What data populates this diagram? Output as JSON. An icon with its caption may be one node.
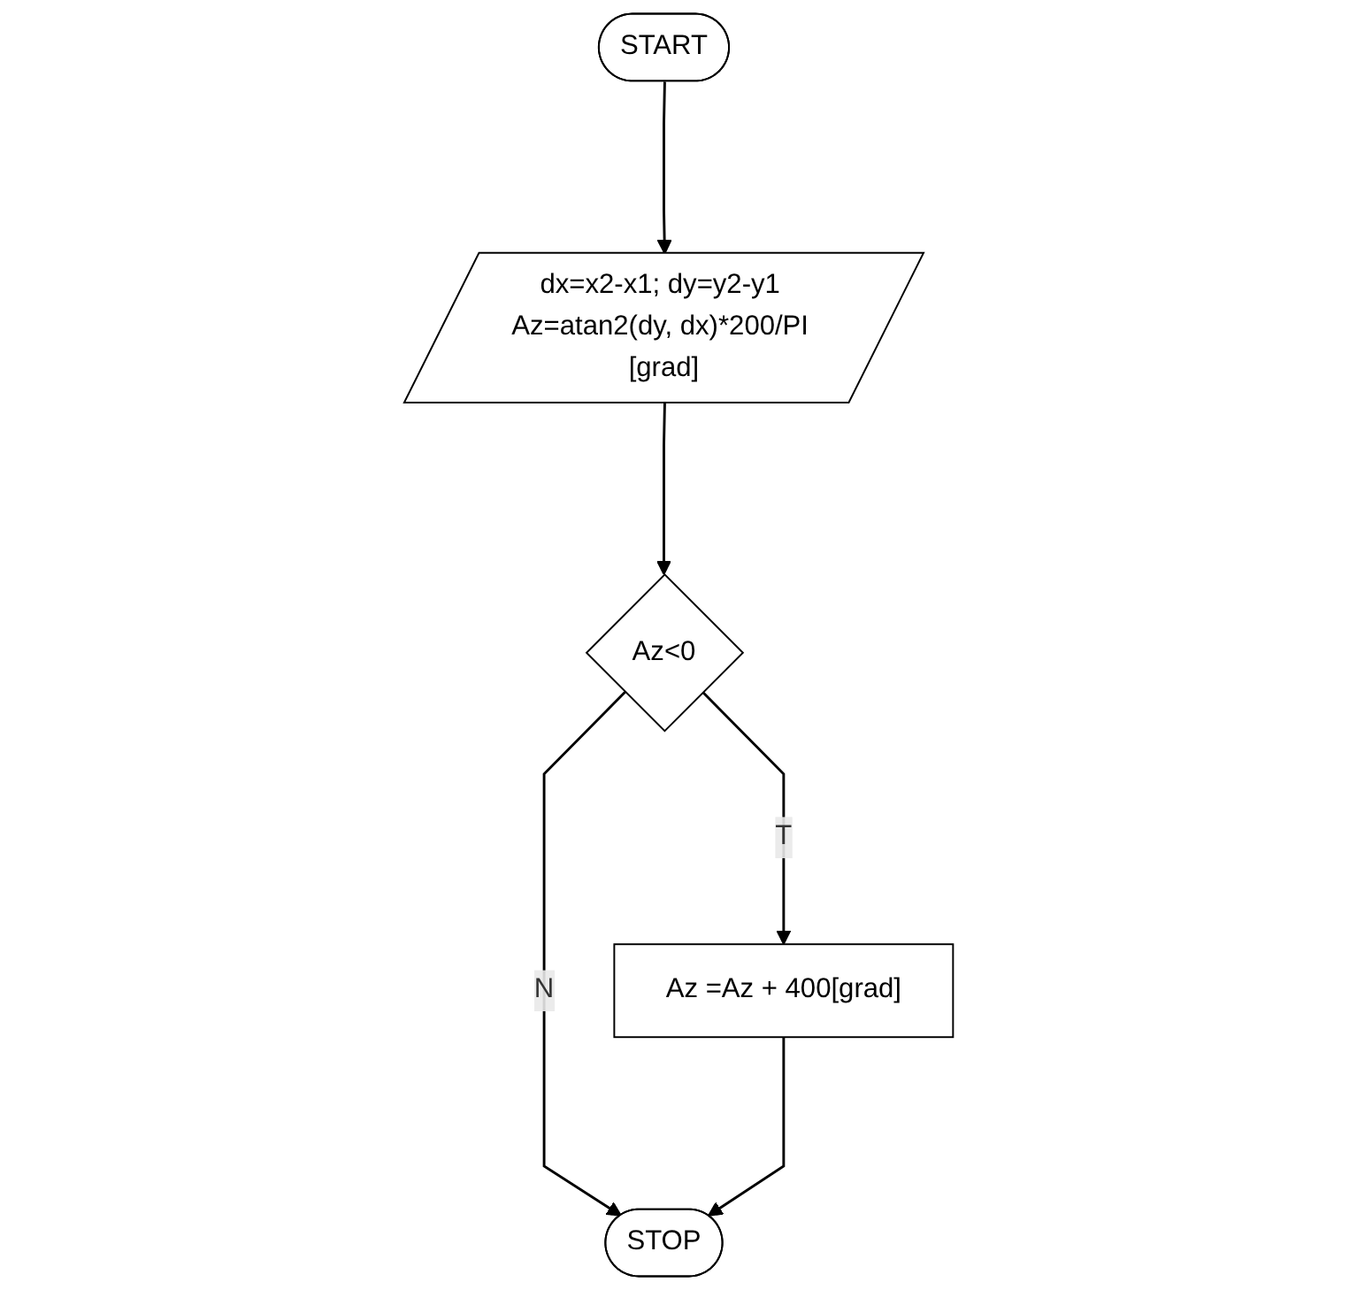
{
  "diagram": {
    "nodes": [
      {
        "text": [
          "START"
        ]
      },
      {
        "text": [
          "dx=x2-x1; dy=y2-y1 Az=atan2(dy, dx)*200/PI [grad]"
        ]
      },
      {
        "text": [
          "Az<0"
        ]
      },
      {
        "text": [
          "Az =Az + 400[grad]"
        ]
      },
      {
        "text": [
          "STOP"
        ]
      }
    ],
    "edges": [
      {
        "from": 0,
        "to": 1,
        "arrow": "to"
      },
      {
        "from": 1,
        "to": 2,
        "arrow": "to"
      },
      {
        "from": 2,
        "to": 3,
        "arrow": "to",
        "label": "T"
      },
      {
        "from": 2,
        "to": 4,
        "arrow": "to",
        "label": "N"
      },
      {
        "from": 3,
        "to": 4,
        "arrow": "to"
      }
    ]
  }
}
